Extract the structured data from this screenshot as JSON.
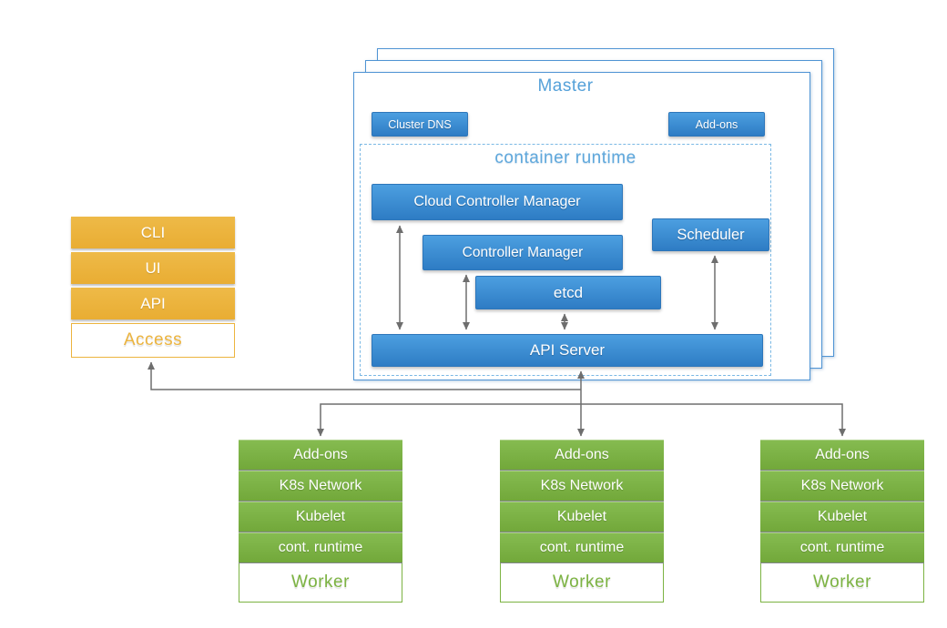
{
  "master": {
    "title": "Master",
    "cluster_dns_label": "Cluster DNS",
    "addons_label": "Add-ons",
    "container_runtime": {
      "title": "container runtime",
      "components": [
        {
          "label": "Cloud Controller Manager"
        },
        {
          "label": "Controller Manager"
        },
        {
          "label": "Scheduler"
        },
        {
          "label": "etcd"
        },
        {
          "label": "API Server"
        }
      ]
    }
  },
  "access_stack": {
    "items": [
      {
        "label": "CLI"
      },
      {
        "label": "UI"
      },
      {
        "label": "API"
      }
    ],
    "base_label": "Access"
  },
  "workers": [
    {
      "rows": [
        {
          "label": "Add-ons"
        },
        {
          "label": "K8s Network"
        },
        {
          "label": "Kubelet"
        },
        {
          "label": "cont. runtime"
        }
      ],
      "base_label": "Worker"
    },
    {
      "rows": [
        {
          "label": "Add-ons"
        },
        {
          "label": "K8s Network"
        },
        {
          "label": "Kubelet"
        },
        {
          "label": "cont. runtime"
        }
      ],
      "base_label": "Worker"
    },
    {
      "rows": [
        {
          "label": "Add-ons"
        },
        {
          "label": "K8s Network"
        },
        {
          "label": "Kubelet"
        },
        {
          "label": "cont. runtime"
        }
      ],
      "base_label": "Worker"
    }
  ],
  "colors": {
    "component_blue_top": "#4c9fe0",
    "component_blue_bottom": "#2e7cc4",
    "master_outline_blue": "#4f94d4",
    "dashed_border_blue": "#7ab8e4",
    "title_text_blue": "#55a1d9",
    "access_orange": "#ecb43e",
    "worker_green": "#7cb342",
    "arrow_gray": "#6e6e6e"
  }
}
